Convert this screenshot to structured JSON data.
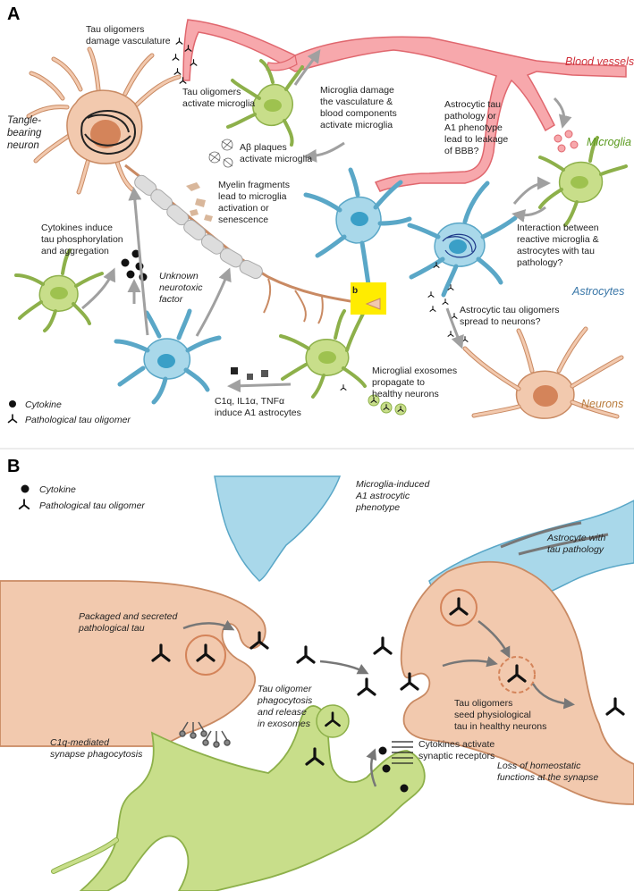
{
  "panel_a": {
    "letter": "A",
    "labels": {
      "tau_damage_vasc": [
        "Tau oligomers",
        "damage vasculature"
      ],
      "tau_activate_mg": [
        "Tau oligomers",
        "activate microglia"
      ],
      "mg_damage_vasc": [
        "Microglia damage",
        "the vasculature &",
        "blood components",
        "activate microglia"
      ],
      "astro_bbb": [
        "Astrocytic tau",
        "pathology or",
        "A1 phenotype",
        "lead to leakage",
        "of BBB?"
      ],
      "tangle_neuron": [
        "Tangle-",
        "bearing",
        "neuron"
      ],
      "abeta": [
        "Aβ plaques",
        "activate microglia"
      ],
      "myelin": [
        "Myelin fragments",
        "lead to microglia",
        "activation or",
        "senescence"
      ],
      "cytokines_tau": [
        "Cytokines induce",
        "tau phosphorylation",
        "and aggregation"
      ],
      "unknown_factor": [
        "Unknown",
        "neurotoxic",
        "factor"
      ],
      "interaction": [
        "Interaction between",
        "reactive microglia &",
        "astrocytes with tau",
        "pathology?"
      ],
      "astro_spread": [
        "Astrocytic tau oligomers",
        "spread to neurons?"
      ],
      "exosomes": [
        "Microglial exosomes",
        "propagate to",
        "healthy neurons"
      ],
      "c1q": [
        "C1q, IL1α, TNFα",
        "induce A1 astrocytes"
      ],
      "inset_b": "b"
    },
    "category_labels": {
      "blood_vessels": "Blood vessels",
      "microglia": "Microglia",
      "astrocytes": "Astrocytes",
      "neurons": "Neurons"
    },
    "legend": {
      "cytokine": "Cytokine",
      "tau": "Pathological tau oligomer"
    }
  },
  "panel_b": {
    "letter": "B",
    "legend": {
      "cytokine": "Cytokine",
      "tau": "Pathological tau oligomer"
    },
    "labels": {
      "mg_a1": [
        "Microglia-induced",
        "A1 astrocytic",
        "phenotype"
      ],
      "astro_tau": [
        "Astrocyte with",
        "tau pathology"
      ],
      "packaged": [
        "Packaged and secreted",
        "pathological tau"
      ],
      "phago": [
        "Tau oligomer",
        "phagocytosis",
        "and release",
        "in exosomes"
      ],
      "seed": [
        "Tau oligomers",
        "seed physiological",
        "tau in healthy neurons"
      ],
      "c1q_syn": [
        "C1q-mediated",
        "synapse phagocytosis"
      ],
      "cyto_act": [
        "Cytokines activate",
        "synaptic receptors"
      ],
      "loss": [
        "Loss of homeostatic",
        "functions at the synapse"
      ]
    }
  },
  "colors": {
    "neuron_fill": "#f2c9ae",
    "neuron_stroke": "#c98a63",
    "neuron_nucleus": "#d4845a",
    "microglia_fill": "#c8de8a",
    "microglia_stroke": "#8db04a",
    "astro_fill": "#a9d8ea",
    "astro_stroke": "#5aa7c7",
    "vessel_fill": "#f7a8ac",
    "vessel_stroke": "#e0676e",
    "blood_label": "#d0303a",
    "microglia_label": "#5a9a1e",
    "astro_label": "#3a77a8",
    "neuron_label": "#b87a3a",
    "arrow": "#9a9a9a",
    "highlight": "#ffec00"
  }
}
